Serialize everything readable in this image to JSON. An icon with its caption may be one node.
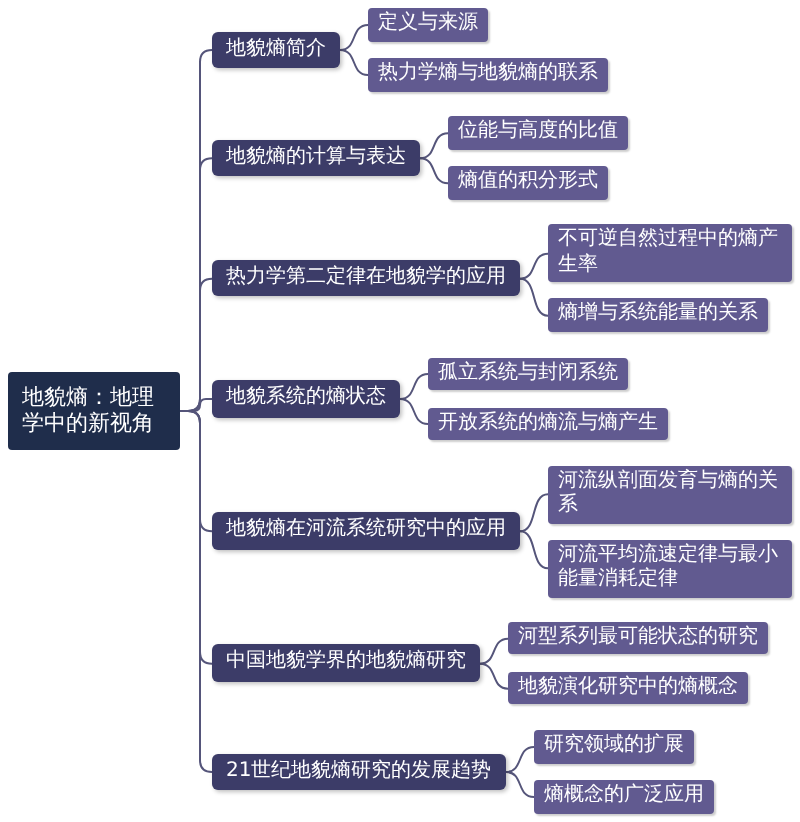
{
  "diagram": {
    "nodes": [
      {
        "text": [
          "地貌熵：地理学中的新视角"
        ]
      },
      {
        "text": [
          "地貌熵简介"
        ]
      },
      {
        "text": [
          "定义与来源"
        ]
      },
      {
        "text": [
          "热力学熵与地貌熵的联系"
        ]
      },
      {
        "text": [
          "地貌熵的计算与表达"
        ]
      },
      {
        "text": [
          "位能与高度的比值"
        ]
      },
      {
        "text": [
          "熵值的积分形式"
        ]
      },
      {
        "text": [
          "热力学第二定律在地貌学的应用"
        ]
      },
      {
        "text": [
          "不可逆自然过程中的熵产生率"
        ]
      },
      {
        "text": [
          "熵增与系统能量的关系"
        ]
      },
      {
        "text": [
          "地貌系统的熵状态"
        ]
      },
      {
        "text": [
          "孤立系统与封闭系统"
        ]
      },
      {
        "text": [
          "开放系统的熵流与熵产生"
        ]
      },
      {
        "text": [
          "地貌熵在河流系统研究中的应用"
        ]
      },
      {
        "text": [
          "河流纵剖面发育与熵的关系"
        ]
      },
      {
        "text": [
          "河流平均流速定律与最小能量消耗定律"
        ]
      },
      {
        "text": [
          "中国地貌学界的地貌熵研究"
        ]
      },
      {
        "text": [
          "河型系列最可能状态的研究"
        ]
      },
      {
        "text": [
          "地貌演化研究中的熵概念"
        ]
      },
      {
        "text": [
          "21世纪地貌熵研究的发展趋势"
        ]
      },
      {
        "text": [
          "研究领域的扩展"
        ]
      },
      {
        "text": [
          "熵概念的广泛应用"
        ]
      }
    ],
    "edges": [
      {
        "from": 0,
        "to": 1,
        "arrow": "none"
      },
      {
        "from": 1,
        "to": 2,
        "arrow": "none"
      },
      {
        "from": 1,
        "to": 3,
        "arrow": "none"
      },
      {
        "from": 0,
        "to": 4,
        "arrow": "none"
      },
      {
        "from": 4,
        "to": 5,
        "arrow": "none"
      },
      {
        "from": 4,
        "to": 6,
        "arrow": "none"
      },
      {
        "from": 0,
        "to": 7,
        "arrow": "none"
      },
      {
        "from": 7,
        "to": 8,
        "arrow": "none"
      },
      {
        "from": 7,
        "to": 9,
        "arrow": "none"
      },
      {
        "from": 0,
        "to": 10,
        "arrow": "none"
      },
      {
        "from": 10,
        "to": 11,
        "arrow": "none"
      },
      {
        "from": 10,
        "to": 12,
        "arrow": "none"
      },
      {
        "from": 0,
        "to": 13,
        "arrow": "none"
      },
      {
        "from": 13,
        "to": 14,
        "arrow": "none"
      },
      {
        "from": 13,
        "to": 15,
        "arrow": "none"
      },
      {
        "from": 0,
        "to": 16,
        "arrow": "none"
      },
      {
        "from": 16,
        "to": 17,
        "arrow": "none"
      },
      {
        "from": 16,
        "to": 18,
        "arrow": "none"
      },
      {
        "from": 0,
        "to": 19,
        "arrow": "none"
      },
      {
        "from": 19,
        "to": 20,
        "arrow": "none"
      },
      {
        "from": 19,
        "to": 21,
        "arrow": "none"
      }
    ]
  }
}
